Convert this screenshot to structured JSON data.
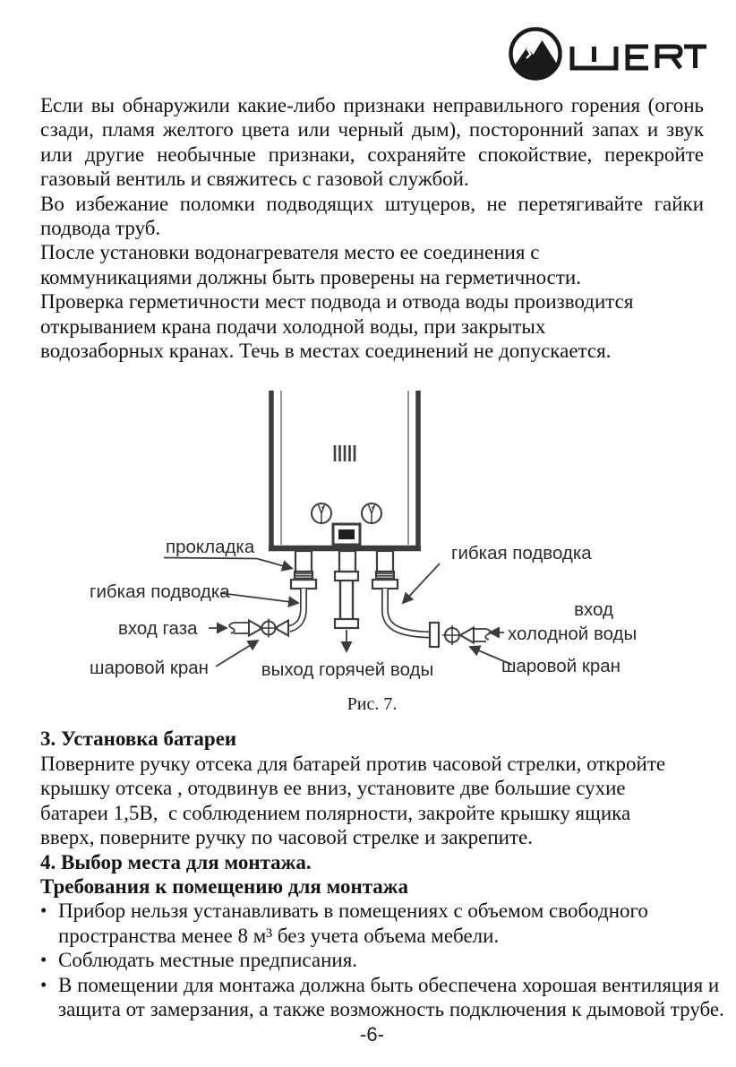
{
  "brand": {
    "name": "WERT"
  },
  "intro": {
    "p1_lines": [
      "Если вы обнаружили какие-либо признаки неправильного горения (огонь",
      "сзади, пламя желтого цвета или черный дым), посторонний запах и звук",
      "или другие необычные признаки, сохраняйте спокойствие, перекройте",
      "газовый вентиль и свяжитесь с газовой службой."
    ],
    "p2_lines": [
      "Во избежание поломки подводящих штуцеров, не перетягивайте гайки",
      "подвода труб."
    ],
    "p3_lines": [
      "После установки водонагревателя место ее соединения с",
      "коммуникациями должны быть проверены на герметичности."
    ],
    "p4_lines": [
      "Проверка герметичности мест подвода и отвода воды производится",
      "открыванием крана подачи холодной воды, при закрытых",
      "водозаборных кранах. Течь в местах соединений не допускается."
    ]
  },
  "diagram": {
    "caption": "Рис. 7.",
    "labels": {
      "gasket": "прокладка",
      "flex_hose_left": "гибкая подводка",
      "gas_inlet": "вход газа",
      "ball_valve_left": "шаровой кран",
      "flex_hose_right": "гибкая подводка",
      "cold_water_inlet_line1": "вход",
      "cold_water_inlet_line2": "холодной воды",
      "ball_valve_right": "шаровой кран",
      "hot_water_outlet": "выход горячей воды"
    }
  },
  "section_battery": {
    "heading": "3. Установка батареи",
    "lines": [
      "Поверните ручку отсека для батарей против часовой стрелки, откройте",
      "крышку отсека , отодвинув ее вниз, установите две большие сухие",
      "батареи 1,5В,  с соблюдением полярности, закройте крышку ящика",
      "вверх, поверните ручку по часовой стрелке и закрепите."
    ]
  },
  "section_mounting": {
    "heading": "4. Выбор места для монтажа.",
    "subheading": "Требования к помещению для монтажа",
    "bullet_glyph": "•",
    "bullets": [
      {
        "lines": [
          "Прибор нельзя устанавливать в помещениях с объемом свободного",
          "пространства менее 8 м³ без учета объема мебели."
        ]
      },
      {
        "lines": [
          "Соблюдать местные предписания."
        ]
      },
      {
        "lines": [
          "В помещении для монтажа должна быть обеспечена хорошая вентиляция и",
          "защита от замерзания, а также возможность подключения к дымовой трубе."
        ]
      }
    ]
  },
  "footer": {
    "page_number": "-6-"
  }
}
